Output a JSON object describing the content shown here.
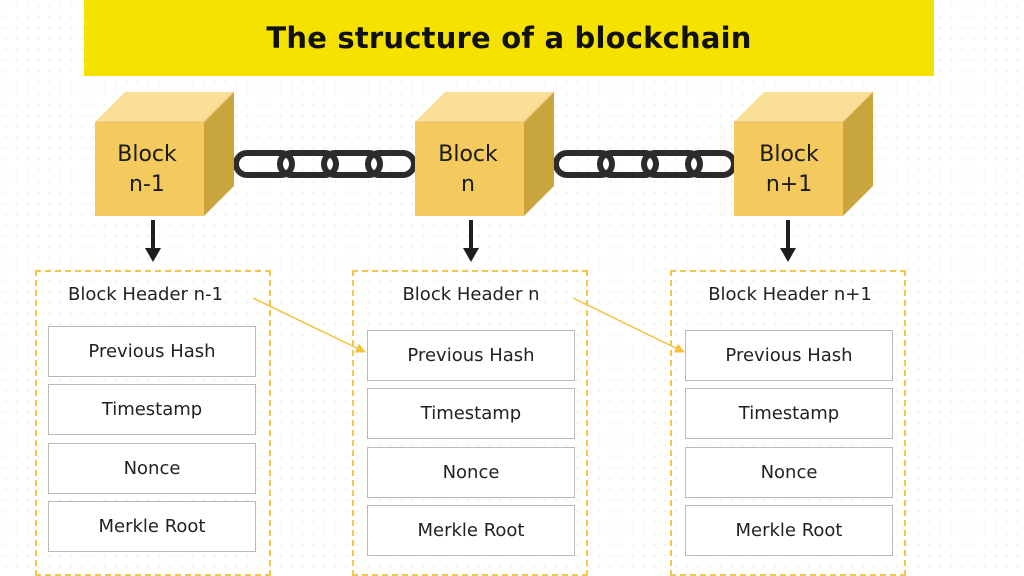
{
  "title": "The structure of a blockchain",
  "colors": {
    "banner": "#f5e200",
    "cube_front": "#f4c95d",
    "cube_top": "#f9df97",
    "cube_side": "#c9a53e",
    "dashed_border": "#f2c84b",
    "pointer_arrow": "#f3c23d",
    "chain": "#2b2b2b"
  },
  "icons": [
    "chain-link-icon",
    "down-arrow-icon"
  ],
  "blocks": [
    {
      "line1": "Block",
      "line2": "n-1",
      "header": {
        "title": "Block Header n-1",
        "fields": [
          "Previous Hash",
          "Timestamp",
          "Nonce",
          "Merkle Root"
        ]
      }
    },
    {
      "line1": "Block",
      "line2": "n",
      "header": {
        "title": "Block Header n",
        "fields": [
          "Previous Hash",
          "Timestamp",
          "Nonce",
          "Merkle Root"
        ]
      }
    },
    {
      "line1": "Block",
      "line2": "n+1",
      "header": {
        "title": "Block Header n+1",
        "fields": [
          "Previous Hash",
          "Timestamp",
          "Nonce",
          "Merkle Root"
        ]
      }
    }
  ]
}
